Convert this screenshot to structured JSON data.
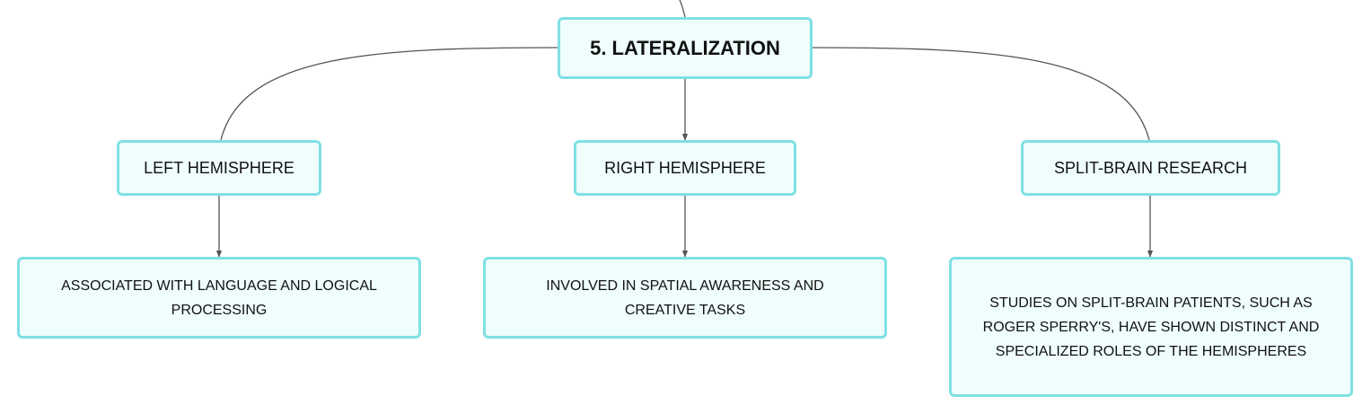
{
  "diagram": {
    "root": {
      "label": "5. LATERALIZATION"
    },
    "branches": [
      {
        "label": "LEFT HEMISPHERE",
        "detail": "ASSOCIATED WITH LANGUAGE AND LOGICAL PROCESSING"
      },
      {
        "label": "RIGHT HEMISPHERE",
        "detail": "INVOLVED IN SPATIAL AWARENESS AND CREATIVE TASKS"
      },
      {
        "label": "SPLIT-BRAIN RESEARCH",
        "detail": "STUDIES ON SPLIT-BRAIN PATIENTS, SUCH AS ROGER SPERRY'S, HAVE SHOWN DISTINCT AND SPECIALIZED ROLES OF THE HEMISPHERES"
      }
    ],
    "colors": {
      "node_fill": "#effdfd",
      "node_border": "#7fe0e3",
      "connector": "#555555",
      "text": "#111111"
    }
  }
}
